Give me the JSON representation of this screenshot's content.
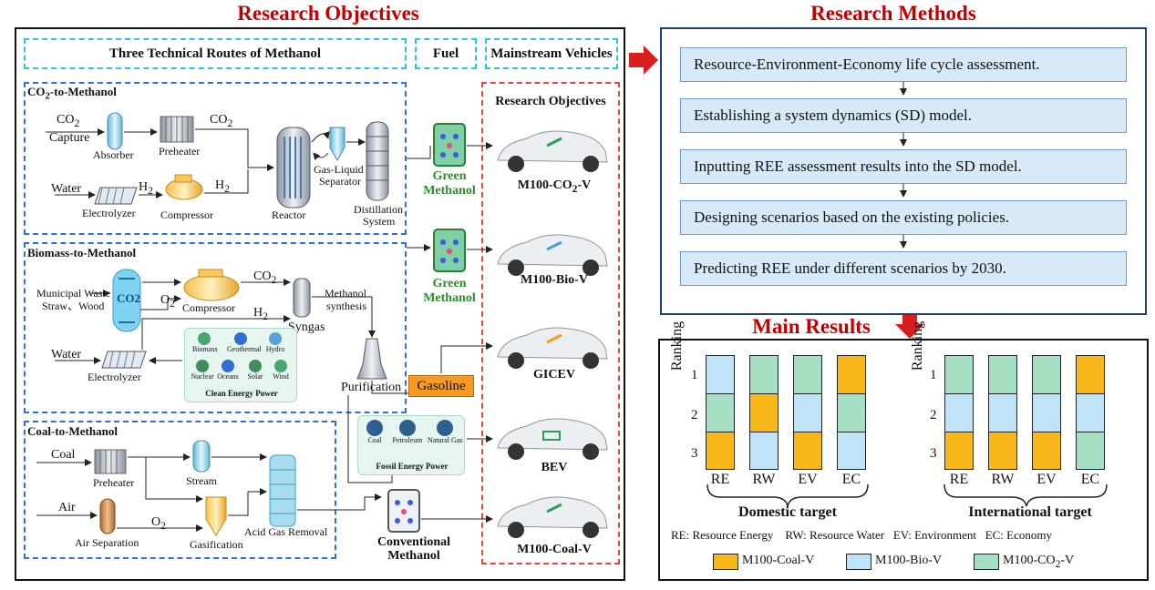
{
  "titles": {
    "objectives": "Research Objectives",
    "methods": "Research Methods",
    "results": "Main Results"
  },
  "headers": {
    "routes": "Three Technical Routes of Methanol",
    "fuel": "Fuel",
    "vehicles": "Mainstream Vehicles",
    "research_objectives": "Research Objectives"
  },
  "co2_route": {
    "title_main": "CO",
    "title_sub": "2",
    "title_rest": "-to-Methanol",
    "co2_capture_main": "CO",
    "co2_capture_sub": "2",
    "capture": "Capture",
    "absorber": "Absorber",
    "preheater": "Preheater",
    "co2_out_main": "CO",
    "co2_out_sub": "2",
    "water": "Water",
    "h2_a_main": "H",
    "h2_a_sub": "2",
    "h2_b_main": "H",
    "h2_b_sub": "2",
    "electrolyzer": "Electrolyzer",
    "compressor": "Compressor",
    "reactor": "Reactor",
    "separator_1": "Gas-Liquid",
    "separator_2": "Separator",
    "distillation_1": "Distillation",
    "distillation_2": "System"
  },
  "biomass_route": {
    "title": "Biomass-to-Methanol",
    "municipal": "Municipal Waste",
    "straw": "Straw、Wood",
    "co2_tank": "CO2",
    "o2_main": "O",
    "o2_sub": "2",
    "compressor": "Compressor",
    "co2_main": "CO",
    "co2_sub": "2",
    "h2_main": "H",
    "h2_sub": "2",
    "methanol_1": "Methanol",
    "methanol_2": "synthesis",
    "syngas": "Syngas",
    "water": "Water",
    "electrolyzer": "Electrolyzer",
    "purification": "Purification",
    "clean_items": [
      "Biomass",
      "Geothermal",
      "Hydro",
      "Nuclear",
      "Oceans",
      "Solar",
      "Wind"
    ],
    "clean_title": "Clean Energy Power"
  },
  "coal_route": {
    "title": "Coal-to-Methanol",
    "coal": "Coal",
    "preheater": "Preheater",
    "stream": "Stream",
    "air": "Air",
    "air_separation": "Air Separation",
    "o2_main": "O",
    "o2_sub": "2",
    "gasification": "Gasification",
    "acid_gas": "Acid Gas Removal"
  },
  "fuels": {
    "green_1": "Green",
    "green_2": "Methanol",
    "conventional_1": "Conventional",
    "conventional_2": "Methanol",
    "gasoline": "Gasoline",
    "fossil_items": [
      "Coal",
      "Petroleum",
      "Natural Gas"
    ],
    "fossil_title": "Fossil Energy Power"
  },
  "vehicles": {
    "co2_main": "M100-CO",
    "co2_sub": "2",
    "co2_end": "-V",
    "bio": "M100-Bio-V",
    "gicev": "GICEV",
    "bev": "BEV",
    "coal": "M100-Coal-V"
  },
  "methods": [
    "Resource-Environment-Economy life cycle assessment.",
    "Establishing a system dynamics (SD) model.",
    "Inputting  REE assessment results into the SD model.",
    "Designing scenarios based on the existing policies.",
    "Predicting REE  under different scenarios by 2030."
  ],
  "results": {
    "ranking_label": "Ranking",
    "ranks": [
      "1",
      "2",
      "3"
    ],
    "categories": [
      "RE",
      "RW",
      "EV",
      "EC"
    ],
    "domestic_target": "Domestic target",
    "international_target": "International target",
    "abbreviations": "RE: Resource Energy    RW: Resource Water   EV: Environment   EC: Economy",
    "legend": [
      {
        "label": "M100-Coal-V",
        "color": "#f9b81a"
      },
      {
        "label": "M100-Bio-V",
        "color": "#bfe4f7"
      },
      {
        "label": "M100-CO2-V",
        "color": "#a6e0c4"
      }
    ],
    "legend_co2_main": "M100-CO",
    "legend_co2_sub": "2",
    "legend_co2_end": "-V"
  },
  "chart_data": {
    "type": "table",
    "title": "Main Results",
    "rank_levels": [
      1,
      2,
      3
    ],
    "categories": [
      "RE",
      "RW",
      "EV",
      "EC"
    ],
    "panels": [
      {
        "name": "Domestic target",
        "rankings": {
          "RE": [
            "M100-Bio-V",
            "M100-CO2-V",
            "M100-Coal-V"
          ],
          "RW": [
            "M100-CO2-V",
            "M100-Coal-V",
            "M100-Bio-V"
          ],
          "EV": [
            "M100-CO2-V",
            "M100-Bio-V",
            "M100-Coal-V"
          ],
          "EC": [
            "M100-Coal-V",
            "M100-CO2-V",
            "M100-Bio-V"
          ]
        }
      },
      {
        "name": "International target",
        "rankings": {
          "RE": [
            "M100-CO2-V",
            "M100-Bio-V",
            "M100-Coal-V"
          ],
          "RW": [
            "M100-CO2-V",
            "M100-Bio-V",
            "M100-Coal-V"
          ],
          "EV": [
            "M100-CO2-V",
            "M100-Bio-V",
            "M100-Coal-V"
          ],
          "EC": [
            "M100-Coal-V",
            "M100-Bio-V",
            "M100-CO2-V"
          ]
        }
      }
    ],
    "colors": {
      "M100-Coal-V": "#f9b81a",
      "M100-Bio-V": "#bfe4f7",
      "M100-CO2-V": "#a6e0c4"
    }
  }
}
